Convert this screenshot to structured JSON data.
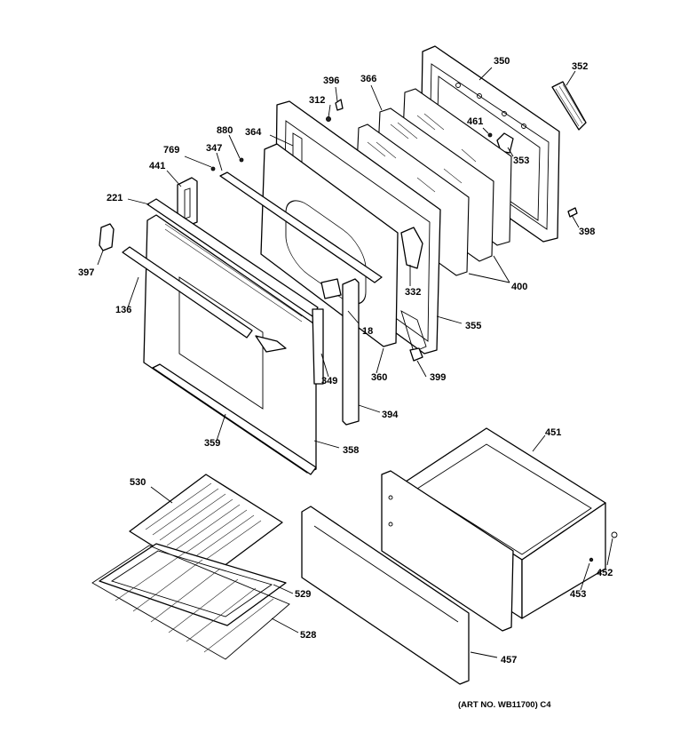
{
  "callouts": [
    {
      "id": "350",
      "text": "350"
    },
    {
      "id": "352",
      "text": "352"
    },
    {
      "id": "396",
      "text": "396"
    },
    {
      "id": "366",
      "text": "366"
    },
    {
      "id": "312",
      "text": "312"
    },
    {
      "id": "461",
      "text": "461"
    },
    {
      "id": "880",
      "text": "880"
    },
    {
      "id": "364",
      "text": "364"
    },
    {
      "id": "353",
      "text": "353"
    },
    {
      "id": "769",
      "text": "769"
    },
    {
      "id": "347",
      "text": "347"
    },
    {
      "id": "441",
      "text": "441"
    },
    {
      "id": "221",
      "text": "221"
    },
    {
      "id": "398",
      "text": "398"
    },
    {
      "id": "397",
      "text": "397"
    },
    {
      "id": "332",
      "text": "332"
    },
    {
      "id": "400",
      "text": "400"
    },
    {
      "id": "136",
      "text": "136"
    },
    {
      "id": "18",
      "text": "18"
    },
    {
      "id": "355",
      "text": "355"
    },
    {
      "id": "349",
      "text": "349"
    },
    {
      "id": "360",
      "text": "360"
    },
    {
      "id": "399",
      "text": "399"
    },
    {
      "id": "394",
      "text": "394"
    },
    {
      "id": "451",
      "text": "451"
    },
    {
      "id": "359",
      "text": "359"
    },
    {
      "id": "358",
      "text": "358"
    },
    {
      "id": "530",
      "text": "530"
    },
    {
      "id": "452",
      "text": "452"
    },
    {
      "id": "529",
      "text": "529"
    },
    {
      "id": "453",
      "text": "453"
    },
    {
      "id": "528",
      "text": "528"
    },
    {
      "id": "457",
      "text": "457"
    }
  ],
  "art_number": "(ART NO. WB11700) C4"
}
